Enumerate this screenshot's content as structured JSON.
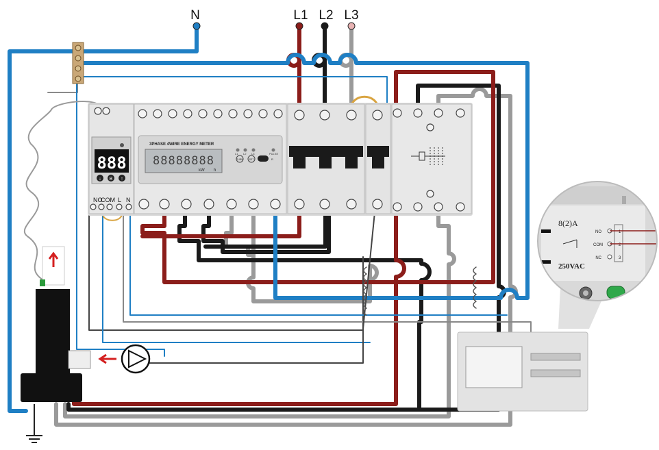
{
  "terminals": {
    "neutral": "N",
    "l1": "L1",
    "l2": "L2",
    "l3": "L3"
  },
  "meter": {
    "title": "3PHASE 4WIRE ENERGY METER",
    "display": "88888888",
    "unit_kw": "kW",
    "unit_h": "h",
    "leds": [
      "L1",
      "L2",
      "L3",
      "PULSE"
    ],
    "button_turn": "TURN",
    "button_set": "SET",
    "button_r": "R"
  },
  "controller": {
    "display": "888",
    "terminals": [
      "NO",
      "COM",
      "L",
      "N"
    ],
    "buttons": [
      "↓",
      "B",
      "↑"
    ]
  },
  "relay_zoom": {
    "rating": "8(2)A",
    "voltage": "250VAC",
    "pins": [
      {
        "label": "NO",
        "num": "1"
      },
      {
        "label": "COM",
        "num": "2"
      },
      {
        "label": "NC",
        "num": "3"
      }
    ]
  },
  "colors": {
    "brown": "#8b1d1a",
    "black": "#1a1a1a",
    "grey": "#9a9a9a",
    "blue": "#1f7fc4",
    "module": "#e3e3e3",
    "arrow": "#d42020"
  }
}
